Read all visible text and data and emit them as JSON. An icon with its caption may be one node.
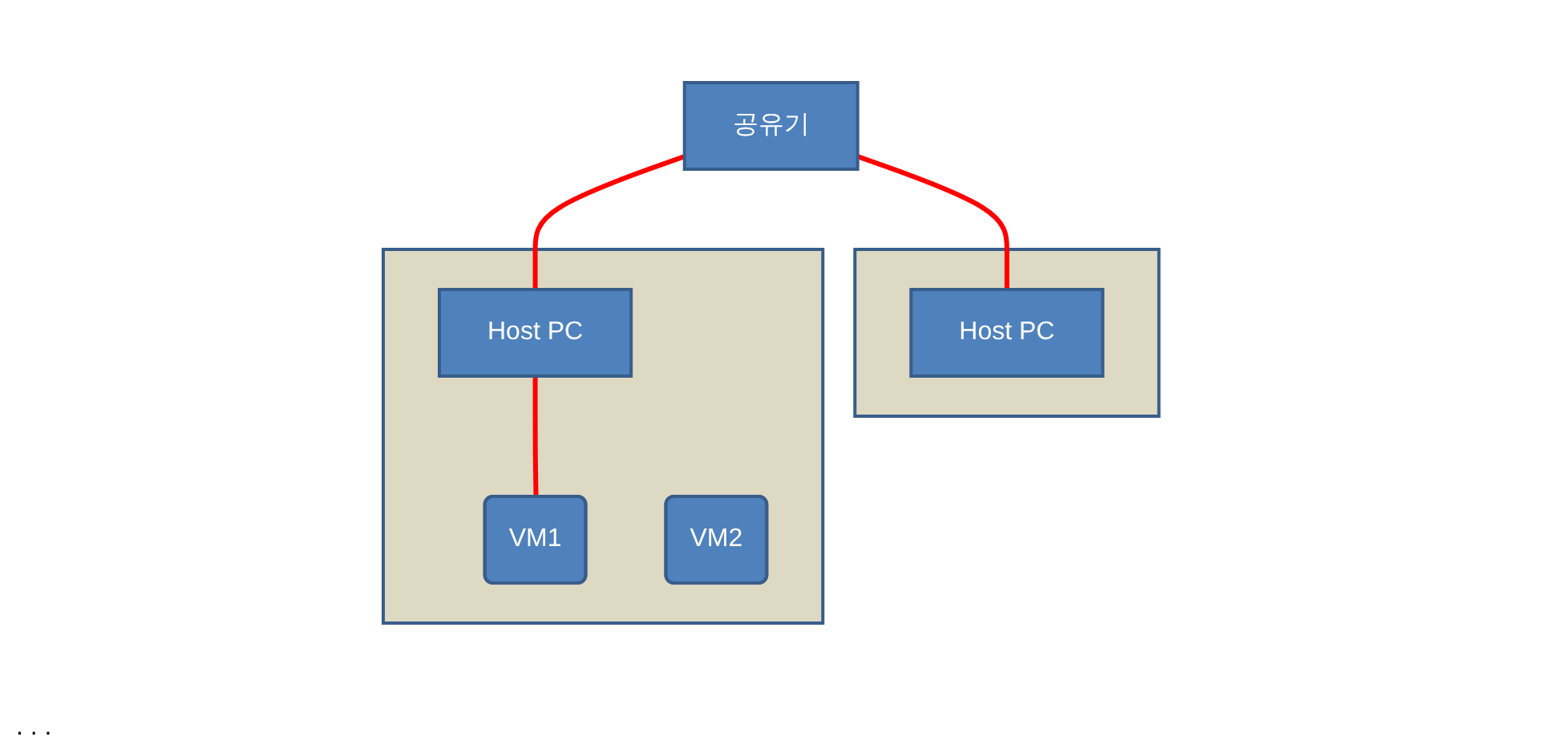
{
  "diagram": {
    "nodes": [
      {
        "text": [
          "공유기"
        ]
      },
      {
        "text": [],
        "shape": "box"
      },
      {
        "text": [
          "Host PC"
        ],
        "in": 1
      },
      {
        "text": [
          "VM1"
        ],
        "in": 1
      },
      {
        "text": [
          "VM2"
        ],
        "in": 1
      },
      {
        "text": [],
        "shape": "box"
      },
      {
        "text": [
          "Host PC"
        ],
        "in": 5
      }
    ],
    "edges": [
      {
        "from": 0,
        "to": 2,
        "arrow": "none"
      },
      {
        "from": 0,
        "to": 6,
        "arrow": "none"
      },
      {
        "from": 2,
        "to": 3,
        "arrow": "none"
      }
    ],
    "labels": [
      ". . ."
    ]
  }
}
